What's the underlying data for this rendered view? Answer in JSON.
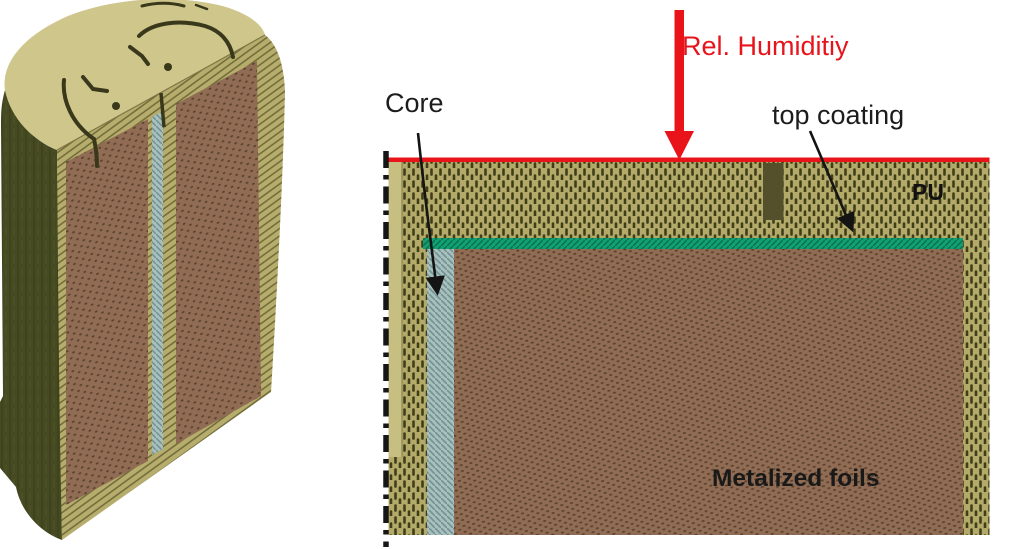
{
  "diagram": {
    "labels": {
      "core": "Core",
      "humidity": "Rel. Humiditiy",
      "top_coating": "top coating",
      "pu": "PU",
      "metalized_foils": "Metalized foils"
    },
    "colors": {
      "humidity_red": "#e81419",
      "pu_tan": "#b3aa69",
      "foil_brown": "#8f6c53",
      "core_blue": "#a8bfbb",
      "coating_green": "#10a173",
      "shell_olive": "#454a22",
      "top_face_tan": "#cfc68c"
    }
  }
}
